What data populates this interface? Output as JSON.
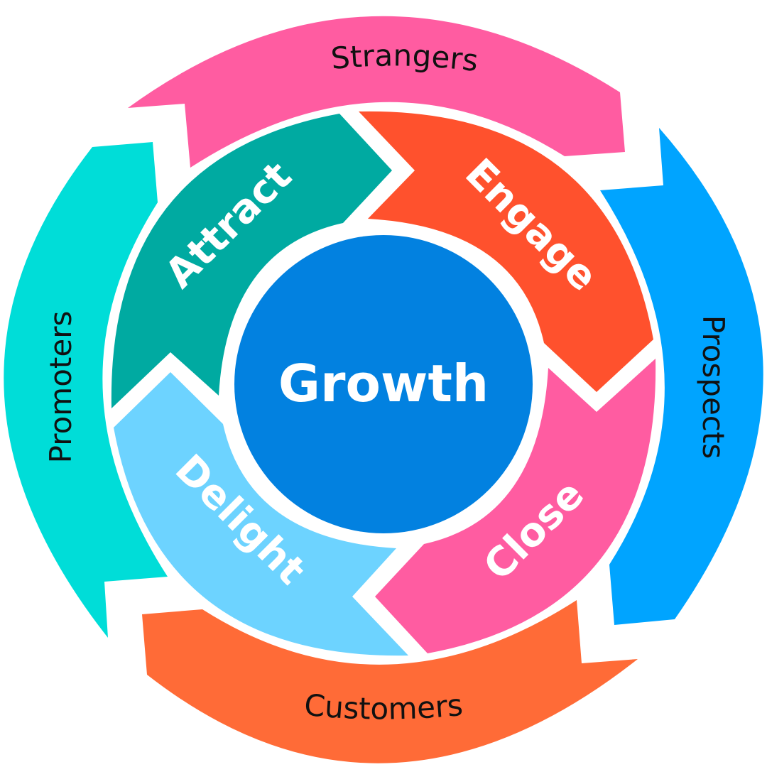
{
  "center": {
    "label": "Growth",
    "color": "#0281E0"
  },
  "inner_stages": [
    {
      "label": "Attract",
      "color": "#00AAA1"
    },
    {
      "label": "Engage",
      "color": "#FF512D"
    },
    {
      "label": "Close",
      "color": "#FF5CA1"
    },
    {
      "label": "Delight",
      "color": "#6DD3FF"
    }
  ],
  "outer_stages": [
    {
      "label": "Strangers",
      "color": "#FF5CA1"
    },
    {
      "label": "Prospects",
      "color": "#00A4FF"
    },
    {
      "label": "Customers",
      "color": "#FF6B37"
    },
    {
      "label": "Promoters",
      "color": "#00DDD8"
    }
  ]
}
